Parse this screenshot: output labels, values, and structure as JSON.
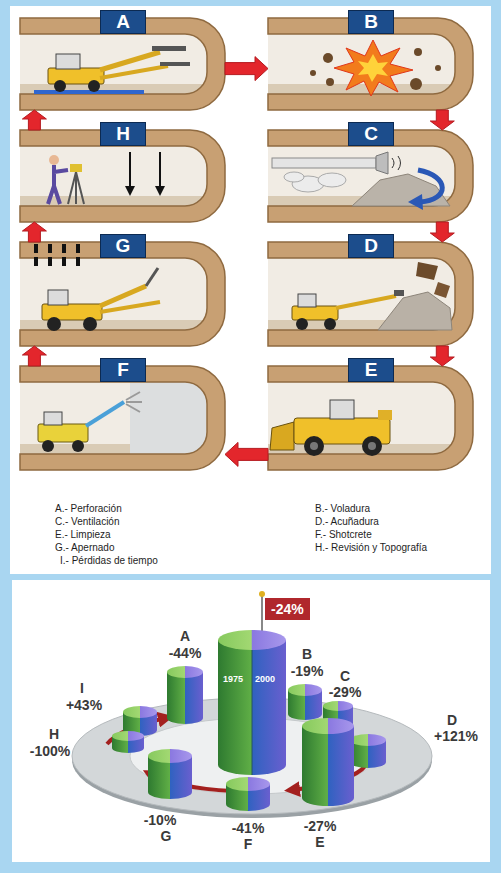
{
  "diagram": {
    "nodes": [
      {
        "text": [
          "A"
        ]
      },
      {
        "text": [
          "B"
        ]
      },
      {
        "text": [
          "C"
        ]
      },
      {
        "text": [
          "D"
        ]
      },
      {
        "text": [
          "E"
        ]
      },
      {
        "text": [
          "F"
        ]
      },
      {
        "text": [
          "G"
        ]
      },
      {
        "text": [
          "H"
        ]
      },
      {
        "text": [
          "-24%"
        ]
      },
      {
        "text": [
          "1975",
          "2000"
        ]
      }
    ],
    "edges": [
      {
        "from": 0,
        "to": 1,
        "arrow": "to"
      },
      {
        "from": 1,
        "to": 2,
        "arrow": "to"
      },
      {
        "from": 2,
        "to": 3,
        "arrow": "to"
      },
      {
        "from": 3,
        "to": 4,
        "arrow": "to"
      },
      {
        "from": 4,
        "to": 5,
        "arrow": "to"
      },
      {
        "from": 5,
        "to": 6,
        "arrow": "to"
      },
      {
        "from": 6,
        "to": 7,
        "arrow": "to"
      },
      {
        "from": 7,
        "to": 0,
        "arrow": "to"
      }
    ],
    "labels": [
      "A.- Perforación",
      "B.- Voladura",
      "C.- Ventilación",
      "D.- Acuñadura",
      "E.- Limpieza",
      "F.- Shotcrete",
      "G.- Apernado",
      "H.- Revisión y Topografía",
      "I.- Pérdidas de tiempo",
      "A",
      "-44%",
      "B",
      "-19%",
      "C",
      "-29%",
      "D",
      "+121%",
      "I",
      "+43%",
      "H",
      "-100%",
      "-27%",
      "E",
      "-41%",
      "F",
      "-10%",
      "G"
    ]
  }
}
